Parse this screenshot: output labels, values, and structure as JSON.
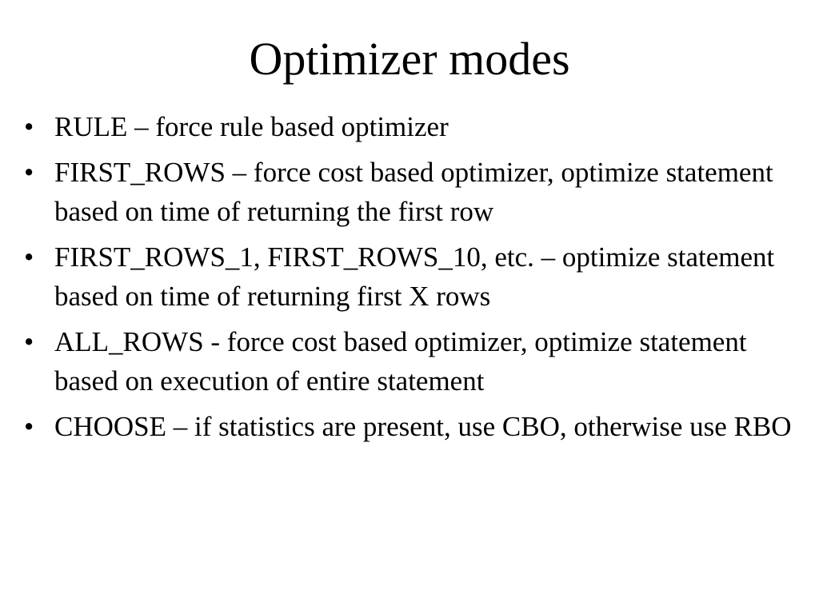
{
  "slide": {
    "title": "Optimizer modes",
    "bullet_symbol": "•",
    "items": [
      {
        "text": "RULE – force rule based optimizer"
      },
      {
        "text": "FIRST_ROWS – force cost based optimizer, optimize statement based on time of returning the first row"
      },
      {
        "text": "FIRST_ROWS_1, FIRST_ROWS_10, etc. – optimize statement based on time of returning first X rows"
      },
      {
        "text": "ALL_ROWS - force cost based optimizer, optimize statement based on execution of entire statement"
      },
      {
        "text": "CHOOSE – if statistics are present, use CBO, otherwise use RBO"
      }
    ]
  }
}
